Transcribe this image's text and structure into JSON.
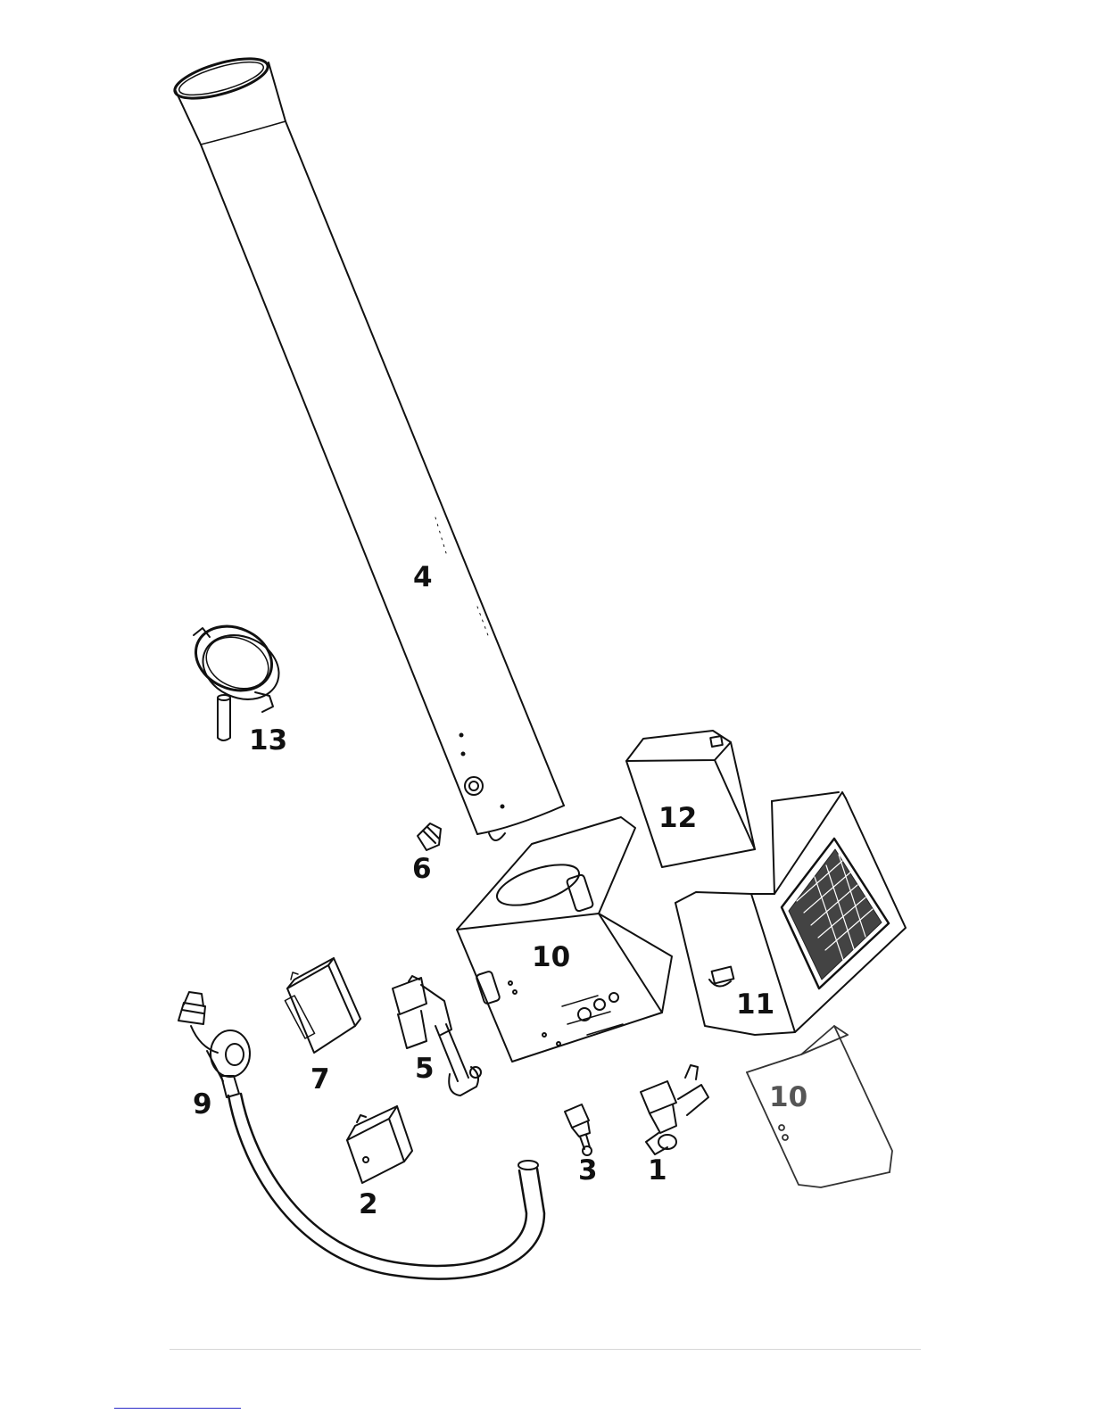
{
  "diagram": {
    "parts": [
      {
        "id": "tube",
        "label": "4"
      },
      {
        "id": "clamp",
        "label": "13"
      },
      {
        "id": "fitting",
        "label": "6"
      },
      {
        "id": "battery",
        "label": "12"
      },
      {
        "id": "housing",
        "label": "10"
      },
      {
        "id": "solar-panel-cover",
        "label": "11"
      },
      {
        "id": "terminal-block",
        "label": "7"
      },
      {
        "id": "valve-assembly",
        "label": "5"
      },
      {
        "id": "regulator-hose",
        "label": "9"
      },
      {
        "id": "box-component",
        "label": "2"
      },
      {
        "id": "small-valve",
        "label": "3"
      },
      {
        "id": "solenoid-valve",
        "label": "1"
      },
      {
        "id": "bracket-cover",
        "label": "10"
      }
    ]
  },
  "colors": {
    "line": "#111111",
    "label": "#111111",
    "label_grey": "#555555",
    "rule": "#d6d6d6",
    "link": "#2a2ac8"
  }
}
